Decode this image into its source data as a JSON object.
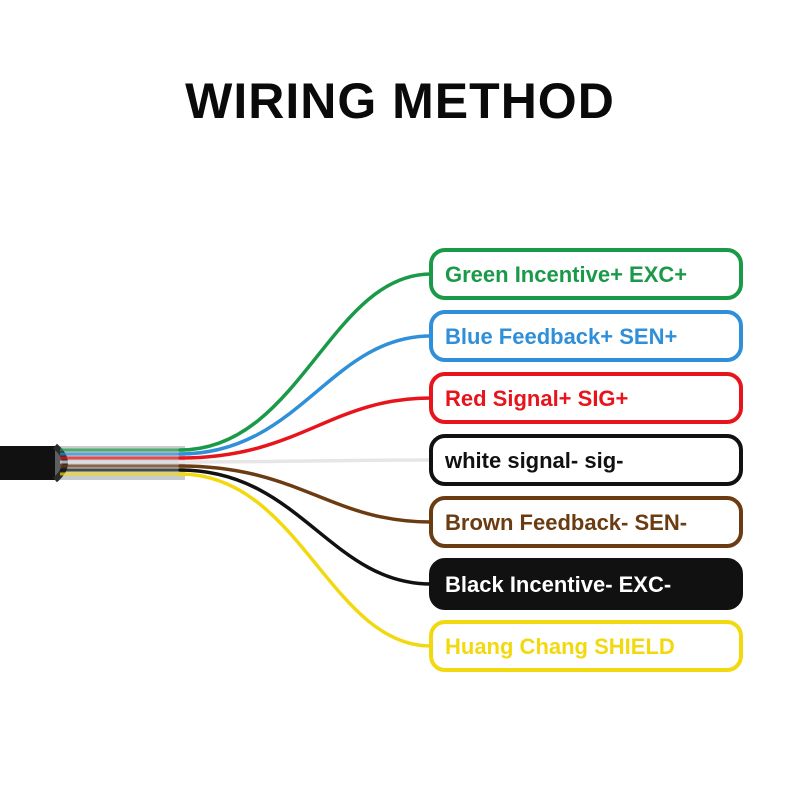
{
  "title": "WIRING METHOD",
  "wires": [
    {
      "id": "green",
      "label": "Green Incentive+ EXC+",
      "color": "#1a9a48",
      "text_color": "#1a9a48",
      "fill": "#ffffff"
    },
    {
      "id": "blue",
      "label": "Blue Feedback+ SEN+",
      "color": "#2f8fd8",
      "text_color": "#2f8fd8",
      "fill": "#ffffff"
    },
    {
      "id": "red",
      "label": "Red Signal+ SIG+",
      "color": "#e8141c",
      "text_color": "#e8141c",
      "fill": "#ffffff"
    },
    {
      "id": "white",
      "label": "white signal- sig-",
      "color": "#e6e6e6",
      "text_color": "#111111",
      "fill": "#ffffff",
      "border": "#111111"
    },
    {
      "id": "brown",
      "label": "Brown Feedback- SEN-",
      "color": "#6b3b12",
      "text_color": "#6b3b12",
      "fill": "#ffffff"
    },
    {
      "id": "black",
      "label": "Black Incentive- EXC-",
      "color": "#111111",
      "text_color": "#ffffff",
      "fill": "#111111"
    },
    {
      "id": "yellow",
      "label": "Huang Chang SHIELD",
      "color": "#f2d90f",
      "text_color": "#f2d90f",
      "fill": "#ffffff"
    }
  ]
}
